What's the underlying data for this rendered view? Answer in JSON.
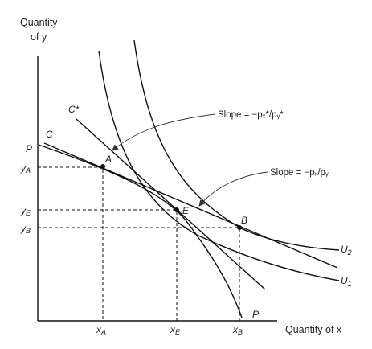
{
  "axes": {
    "y_title_line1": "Quantity",
    "y_title_line2": "of y",
    "x_title": "Quantity of x"
  },
  "curves": {
    "ppf_top_label": "P",
    "ppf_bottom_label": "P",
    "trade_line_label": "C",
    "trade_line_star_label": "C*",
    "u1_label": "U",
    "u1_sub": "1",
    "u2_label": "U",
    "u2_sub": "2"
  },
  "points": {
    "a": "A",
    "e": "E",
    "b": "B"
  },
  "annotations": {
    "slope_star": "Slope = −pₓ*/pᵧ*",
    "slope": "Slope = −pₓ/pᵧ"
  },
  "y_ticks": {
    "ya": "y",
    "ya_sub": "A",
    "ye": "y",
    "ye_sub": "E",
    "yb": "y",
    "yb_sub": "B"
  },
  "x_ticks": {
    "xa": "x",
    "xa_sub": "A",
    "xe": "x",
    "xe_sub": "E",
    "xb": "x",
    "xb_sub": "B"
  }
}
